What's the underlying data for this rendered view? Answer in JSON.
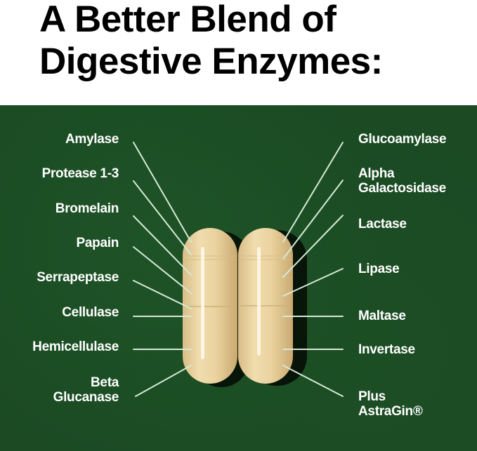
{
  "header": {
    "title_line1": "A Better Blend of",
    "title_line2": "Digestive Enzymes:"
  },
  "colors": {
    "background_green": "#1b4a23",
    "capsule": "#e8cf9c",
    "line": "#d6ead6",
    "text": "#ffffff",
    "title": "#000000"
  },
  "left_labels": [
    {
      "line1": "Amylase"
    },
    {
      "line1": "Protease 1-3"
    },
    {
      "line1": "Bromelain"
    },
    {
      "line1": "Papain"
    },
    {
      "line1": "Serrapeptase"
    },
    {
      "line1": "Cellulase"
    },
    {
      "line1": "Hemicellulase"
    },
    {
      "line1": "Beta",
      "line2": "Glucanase"
    }
  ],
  "right_labels": [
    {
      "line1": "Glucoamylase"
    },
    {
      "line1": "Alpha",
      "line2": "Galactosidase"
    },
    {
      "line1": "Lactase"
    },
    {
      "line1": "Lipase"
    },
    {
      "line1": "Maltase"
    },
    {
      "line1": "Invertase"
    },
    {
      "line1": "Plus",
      "line2": "AstraGin®"
    }
  ],
  "illustration": {
    "object": "two-capsules",
    "count": 2
  }
}
